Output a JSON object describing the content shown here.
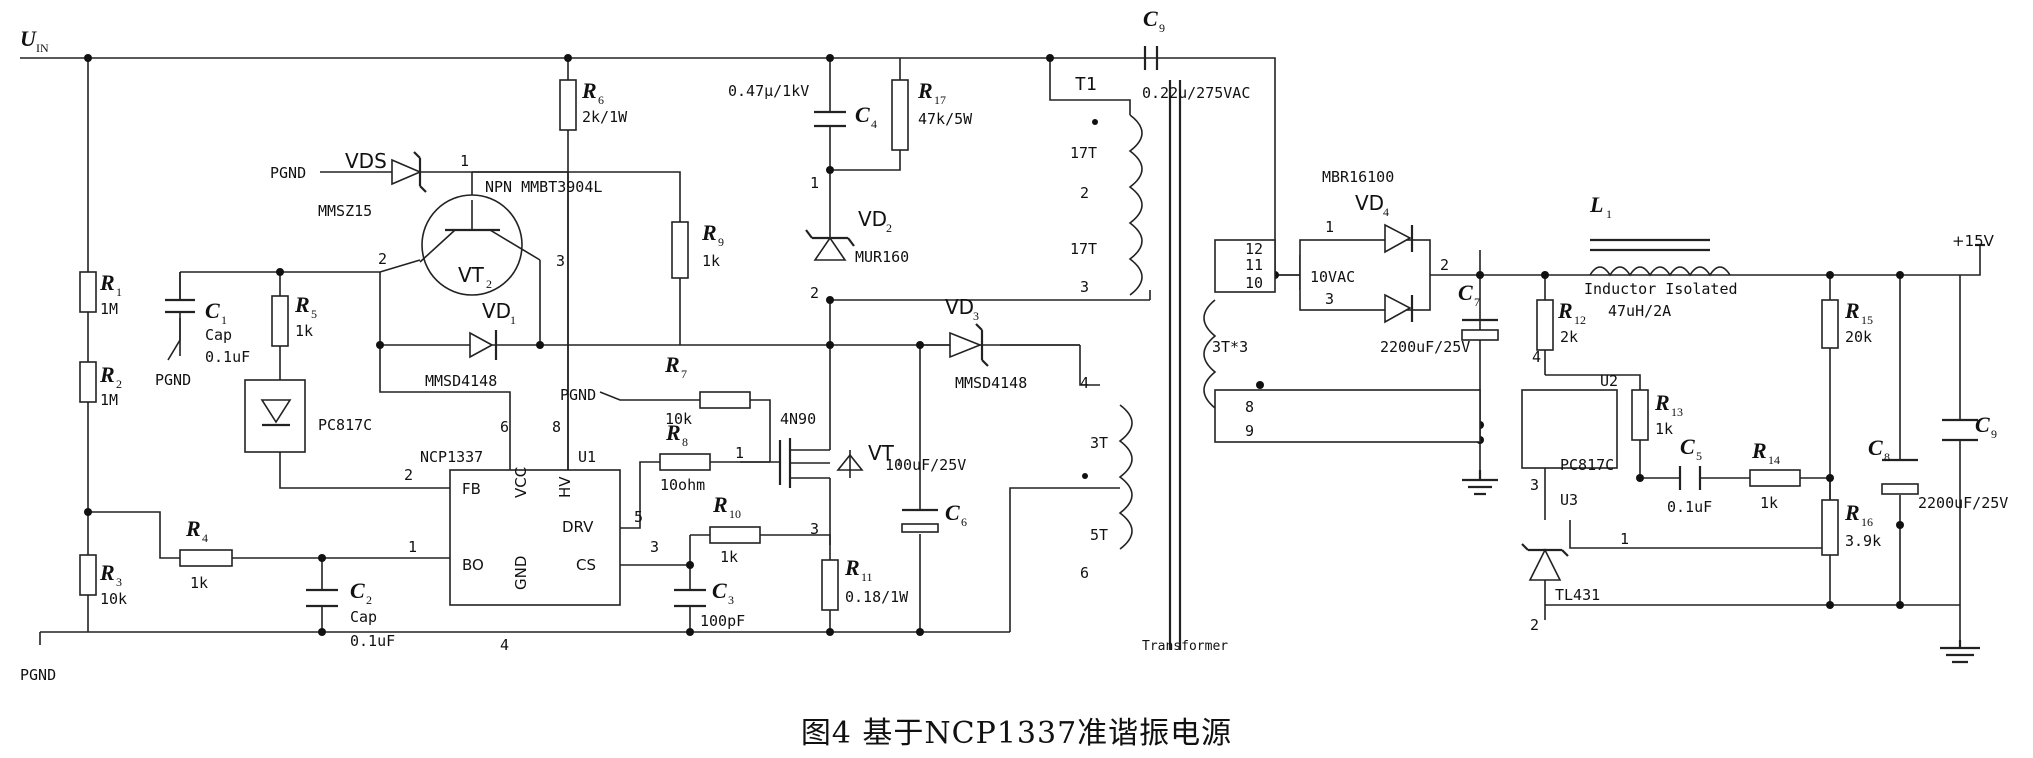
{
  "caption": "图4  基于NCP1337准谐振电源",
  "labels": {
    "uin": "U",
    "uin_sub": "IN",
    "pgnd": "PGND",
    "r1": "R",
    "r1_sub": "1",
    "r1_val": "1M",
    "r2": "R",
    "r2_sub": "2",
    "r2_val": "1M",
    "r3": "R",
    "r3_sub": "3",
    "r3_val": "10k",
    "r4": "R",
    "r4_sub": "4",
    "r4_val": "1k",
    "r5": "R",
    "r5_sub": "5",
    "r5_val": "1k",
    "r6": "R",
    "r6_sub": "6",
    "r6_val": "2k/1W",
    "r7": "R",
    "r7_sub": "7",
    "r7_val": "10k",
    "r8": "R",
    "r8_sub": "8",
    "r8_val": "10ohm",
    "r9": "R",
    "r9_sub": "9",
    "r9_val": "1k",
    "r10": "R",
    "r10_sub": "10",
    "r10_val": "1k",
    "r11": "R",
    "r11_sub": "11",
    "r11_val": "0.18/1W",
    "r12": "R",
    "r12_sub": "12",
    "r12_val": "2k",
    "r13": "R",
    "r13_sub": "13",
    "r13_val": "1k",
    "r14": "R",
    "r14_sub": "14",
    "r14_val": "1k",
    "r15": "R",
    "r15_sub": "15",
    "r15_val": "20k",
    "r16": "R",
    "r16_sub": "16",
    "r16_val": "3.9k",
    "r17": "R",
    "r17_sub": "17",
    "r17_val": "47k/5W",
    "c1": "C",
    "c1_sub": "1",
    "c1_cap": "Cap",
    "c1_val": "0.1uF",
    "c2": "C",
    "c2_sub": "2",
    "c2_cap": "Cap",
    "c2_val": "0.1uF",
    "c3": "C",
    "c3_sub": "3",
    "c3_val": "100pF",
    "c4": "C",
    "c4_sub": "4",
    "c4_val": "0.47μ/1kV",
    "c5": "C",
    "c5_sub": "5",
    "c5_val": "0.1uF",
    "c6": "C",
    "c6_sub": "6",
    "c6_val": "100uF/25V",
    "c7": "C",
    "c7_sub": "7",
    "c7_val": "2200uF/25V",
    "c8": "C",
    "c8_sub": "8",
    "c8_val": "2200uF/25V",
    "c9a": "C",
    "c9a_sub": "9",
    "c9a_val": "0.22u/275VAC",
    "c9b": "C",
    "c9b_sub": "9",
    "vds": "VDS",
    "vds_part": "MMSZ15",
    "vd1": "VD",
    "vd1_sub": "1",
    "vd1_part": "MMSD4148",
    "vd2": "VD",
    "vd2_sub": "2",
    "vd2_part": "MUR160",
    "vd3": "VD",
    "vd3_sub": "3",
    "vd3_part": "MMSD4148",
    "vd4": "VD",
    "vd4_sub": "4",
    "vd4_part": "MBR16100",
    "vt1": "VT",
    "vt1_sub": "1",
    "vt1_part": "4N90",
    "vt2": "VT",
    "vt2_sub": "2",
    "vt2_part": "NPN MMBT3904L",
    "u1": "U1",
    "u1_part": "NCP1337",
    "u1_fb": "FB",
    "u1_vcc": "VCC",
    "u1_hv": "HV",
    "u1_drv": "DRV",
    "u1_bo": "BO",
    "u1_gnd": "GND",
    "u1_cs": "CS",
    "u2": "U2",
    "u2_part": "PC817C",
    "u3": "U3",
    "u3_part": "TL431",
    "pc817_left": "PC817C",
    "t1": "T1",
    "transformer": "Transformer",
    "turns_17a": "17T",
    "turns_17b": "17T",
    "turns_3": "3T",
    "turns_5": "5T",
    "turns_3x3": "3T*3",
    "l1": "L",
    "l1_sub": "1",
    "l1_desc": "Inductor Isolated",
    "l1_val": "47uH/2A",
    "vac": "10VAC",
    "out": "+15V",
    "pins": [
      "1",
      "2",
      "3",
      "4",
      "5",
      "6",
      "8",
      "9",
      "10",
      "11",
      "12"
    ]
  }
}
